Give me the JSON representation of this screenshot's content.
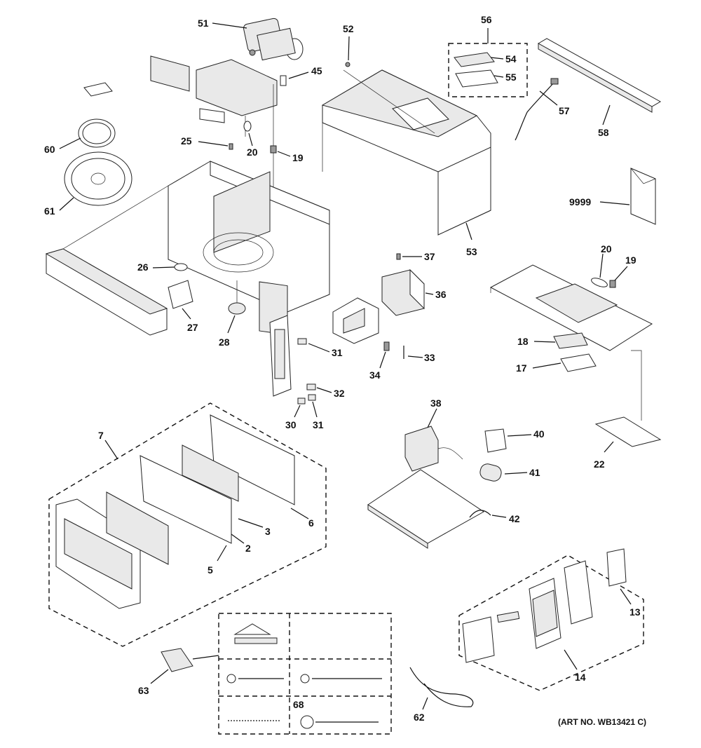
{
  "diagram": {
    "art_number": "(ART NO. WB13421 C)",
    "callouts": {
      "c51": "51",
      "c52": "52",
      "c56": "56",
      "c54": "54",
      "c55": "55",
      "c45": "45",
      "c57": "57",
      "c58": "58",
      "c60": "60",
      "c61": "61",
      "c25": "25",
      "c20a": "20",
      "c19a": "19",
      "c9999": "9999",
      "c53": "53",
      "c26": "26",
      "c27": "27",
      "c28": "28",
      "c37": "37",
      "c36": "36",
      "c20b": "20",
      "c19b": "19",
      "c31a": "31",
      "c18": "18",
      "c17": "17",
      "c33": "33",
      "c34": "34",
      "c32": "32",
      "c30": "30",
      "c31b": "31",
      "c7": "7",
      "c38": "38",
      "c40": "40",
      "c41": "41",
      "c22": "22",
      "c42": "42",
      "c3": "3",
      "c6": "6",
      "c2": "2",
      "c5": "5",
      "c13": "13",
      "c14": "14",
      "c63": "63",
      "c62": "62",
      "c68": "68"
    }
  }
}
